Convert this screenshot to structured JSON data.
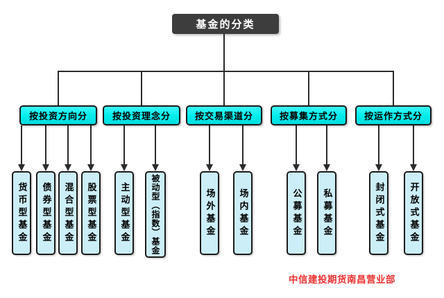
{
  "title": "基金的分类",
  "footer": "中信建投期货南昌营业部",
  "colors": {
    "root_fill": "#3d3d3d",
    "category_fill": "#00eded",
    "leaf_fill": "#cceef7",
    "line": "#2b2b2b",
    "footer_red": "#ed3333"
  },
  "groups": [
    {
      "label": "按投资方向分",
      "children": [
        "货币型基金",
        "债券型基金",
        "混合型基金",
        "股票型基金"
      ]
    },
    {
      "label": "按投资理念分",
      "children": [
        "主动型基金",
        "被动型（指数）基金"
      ]
    },
    {
      "label": "按交易渠道分",
      "children": [
        "场外基金",
        "场内基金"
      ]
    },
    {
      "label": "按募集方式分",
      "children": [
        "公募基金",
        "私募基金"
      ]
    },
    {
      "label": "按运作方式分",
      "children": [
        "封闭式基金",
        "开放式基金"
      ]
    }
  ]
}
